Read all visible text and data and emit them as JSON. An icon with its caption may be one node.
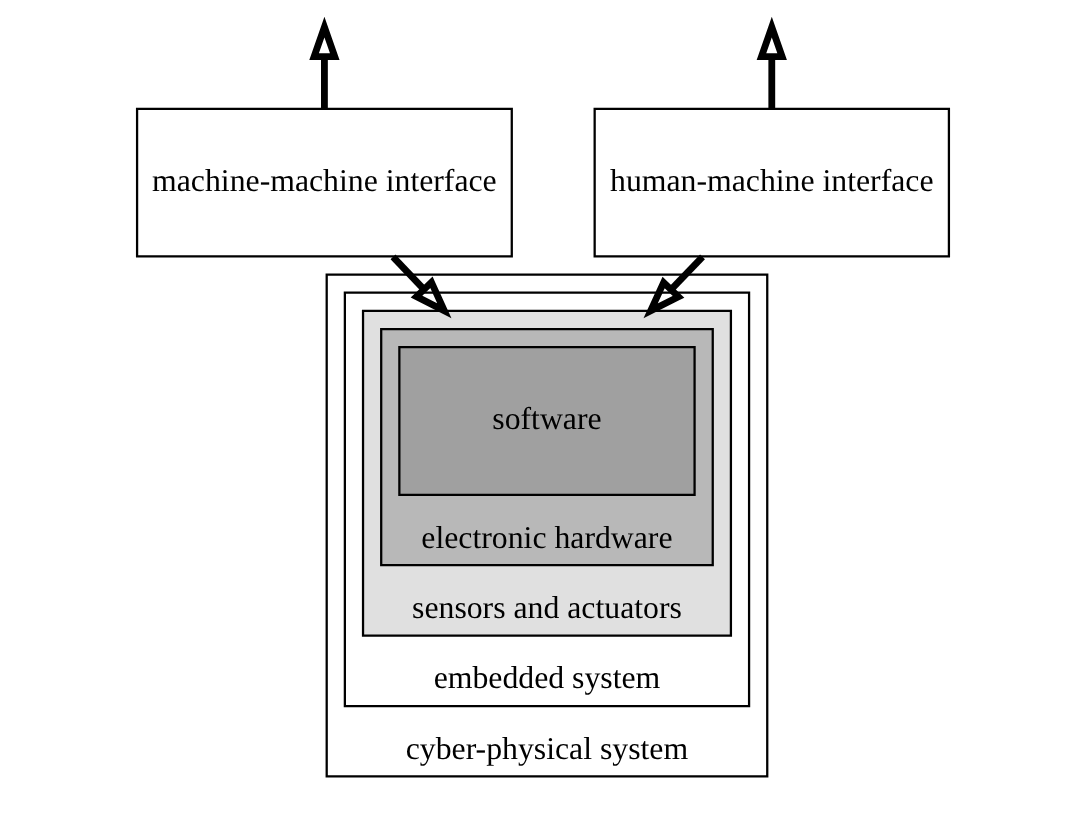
{
  "diagram": {
    "nodes": [
      {
        "text": [
          "human-machine interface"
        ]
      },
      {
        "text": [
          "machine-machine interface"
        ]
      },
      {
        "text": [
          "cyber-physical system"
        ]
      },
      {
        "text": [
          "embedded system"
        ],
        "in": 2
      },
      {
        "text": [
          "sensors and actuators"
        ],
        "in": 3
      },
      {
        "text": [
          "electronic hardware"
        ],
        "in": 4
      },
      {
        "text": [
          "software"
        ],
        "in": 5
      }
    ],
    "edges": [
      {
        "from": 0,
        "to": null,
        "arrow": "to"
      },
      {
        "from": 1,
        "to": null,
        "arrow": "to"
      },
      {
        "from": 0,
        "to": 4,
        "arrow": "to"
      },
      {
        "from": 1,
        "to": 4,
        "arrow": "to"
      }
    ]
  }
}
